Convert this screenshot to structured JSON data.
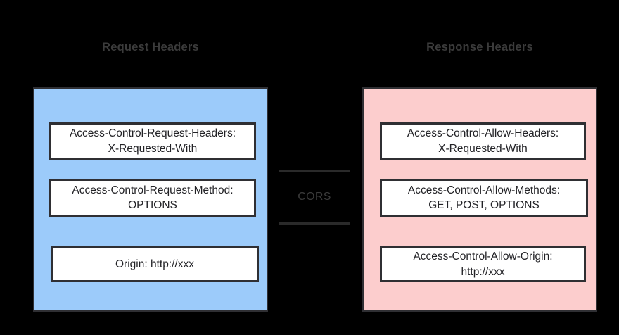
{
  "diagram": {
    "title_request": "Request Headers",
    "title_response": "Response Headers",
    "center_label": "CORS",
    "colors": {
      "background": "#000000",
      "request_panel_fill": "#9ccbfa",
      "response_panel_fill": "#fccdcd",
      "card_fill": "#ffffff",
      "border": "#2f2f33",
      "title_text": "#3b3b3b",
      "card_text": "#222226"
    },
    "request_headers": [
      {
        "line1": "Access-Control-Request-Headers:",
        "line2": "X-Requested-With"
      },
      {
        "line1": "Access-Control-Request-Method:",
        "line2": "OPTIONS"
      },
      {
        "line1": "Origin: http://xxx",
        "line2": ""
      }
    ],
    "response_headers": [
      {
        "line1": "Access-Control-Allow-Headers:",
        "line2": "X-Requested-With"
      },
      {
        "line1": "Access-Control-Allow-Methods:",
        "line2": "GET, POST, OPTIONS"
      },
      {
        "line1": "Access-Control-Allow-Origin:",
        "line2": "http://xxx"
      }
    ]
  }
}
